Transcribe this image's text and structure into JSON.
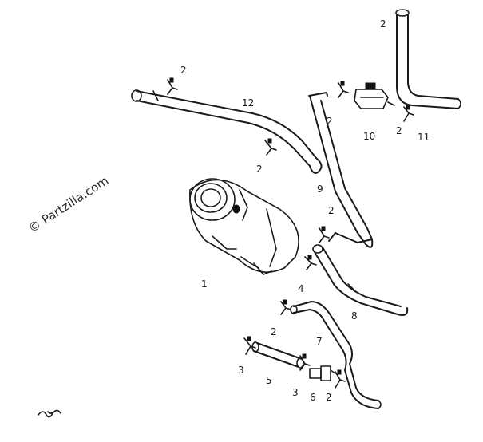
{
  "watermark": "© Partzilla.com",
  "callouts": {
    "c1": "1",
    "c2a": "2",
    "c2b": "2",
    "c2c": "2",
    "c2d": "2",
    "c2e": "2",
    "c2f": "2",
    "c2g": "2",
    "c2h": "2",
    "c3a": "3",
    "c3b": "3",
    "c4": "4",
    "c5": "5",
    "c6": "6",
    "c7": "7",
    "c8": "8",
    "c9": "9",
    "c10": "10",
    "c11": "11",
    "c12": "12"
  }
}
